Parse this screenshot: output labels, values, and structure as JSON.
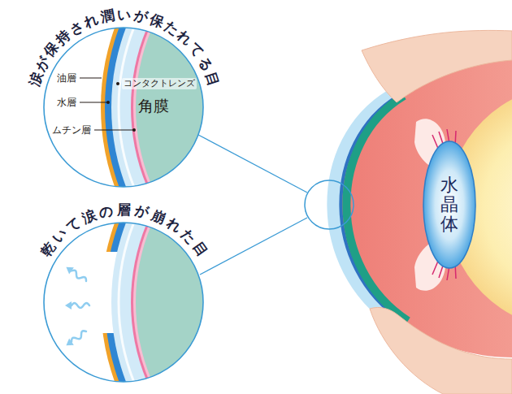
{
  "diagram": {
    "nodes": [
      {
        "text": [
          "涙が保持され潤いが保たれてる目"
        ]
      },
      {
        "text": [
          "乾いて涙の層が崩れた目"
        ]
      },
      {
        "text": [
          "水晶体"
        ]
      }
    ],
    "labels": [
      "油層",
      "コンタクトレンズ",
      "水層",
      "角膜",
      "ムチン層"
    ]
  }
}
